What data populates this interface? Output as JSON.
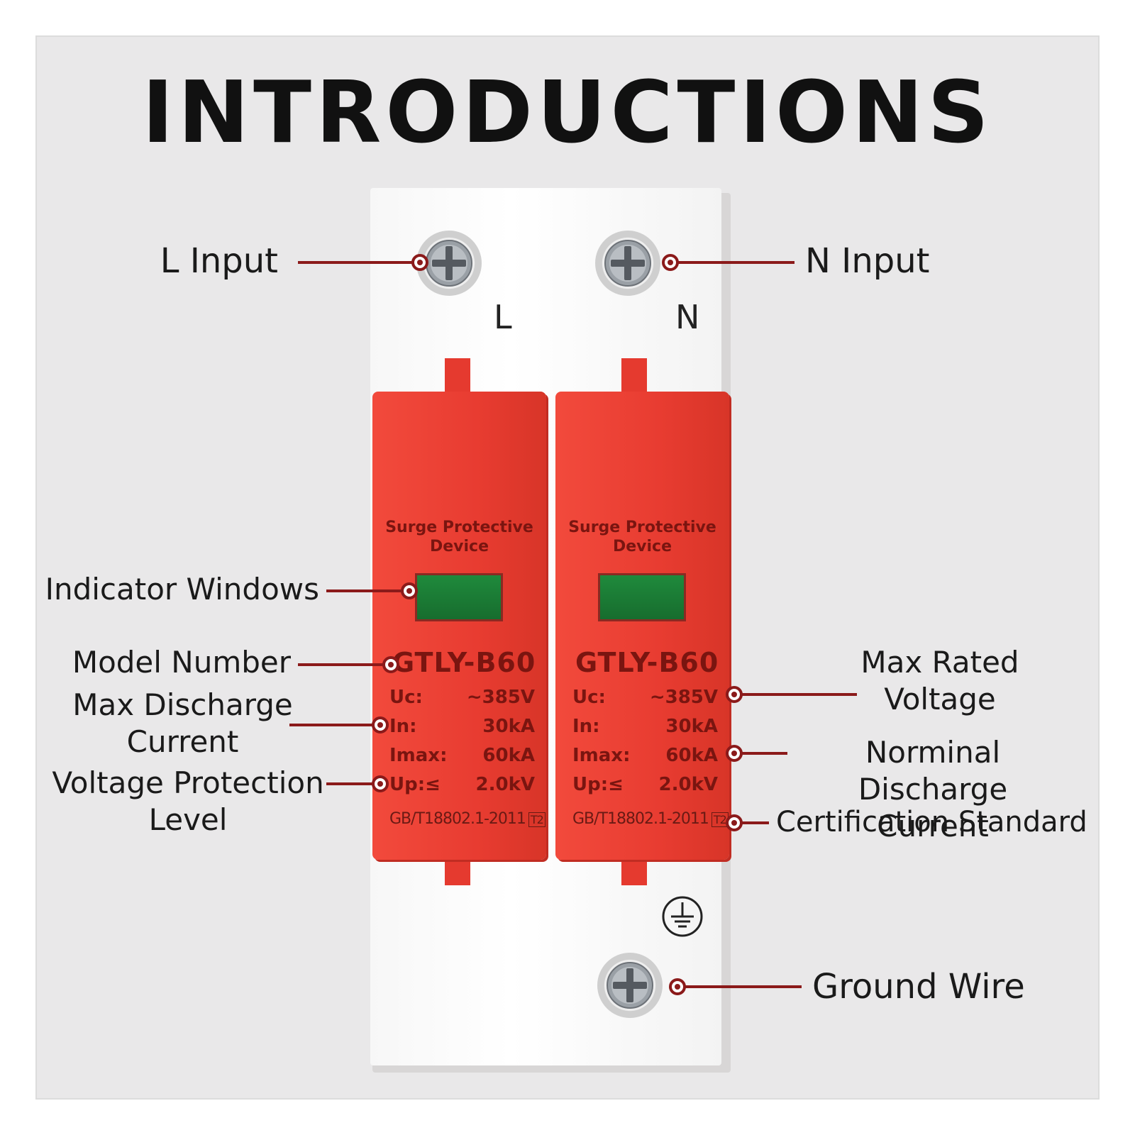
{
  "title": "INTRODUCTIONS",
  "device": {
    "terminal_left": "L",
    "terminal_right": "N",
    "modules": [
      {
        "heading_line1": "Surge Protective",
        "heading_line2": "Device",
        "model": "GTLY-B60",
        "specs": [
          {
            "key": "Uc:",
            "value": "~385V"
          },
          {
            "key": "In:",
            "value": "30kA"
          },
          {
            "key": "Imax:",
            "value": "60kA"
          },
          {
            "key": "Up:≤",
            "value": "2.0kV"
          }
        ],
        "standard": "GB/T18802.1-2011",
        "standard_class": "T2"
      },
      {
        "heading_line1": "Surge Protective",
        "heading_line2": "Device",
        "model": "GTLY-B60",
        "specs": [
          {
            "key": "Uc:",
            "value": "~385V"
          },
          {
            "key": "In:",
            "value": "30kA"
          },
          {
            "key": "Imax:",
            "value": "60kA"
          },
          {
            "key": "Up:≤",
            "value": "2.0kV"
          }
        ],
        "standard": "GB/T18802.1-2011",
        "standard_class": "T2"
      }
    ]
  },
  "callouts": {
    "l_input": "L Input",
    "n_input": "N Input",
    "indicator_windows": "Indicator Windows",
    "model_number": "Model Number",
    "max_discharge_line1": "Max Discharge",
    "max_discharge_line2": "Current",
    "voltage_protection_line1": "Voltage Protection",
    "voltage_protection_line2": "Level",
    "max_rated_line1": "Max Rated",
    "max_rated_line2": "Voltage",
    "nominal_discharge_line1": "Norminal Discharge",
    "nominal_discharge_line2": "Current",
    "certification": "Certification Standard",
    "ground_wire": "Ground Wire"
  },
  "colors": {
    "module_red": "#e83c31",
    "leader_red": "#8b1a1a",
    "indicator_green": "#1f8a3c",
    "background": "#e9e8e9"
  },
  "icons": [
    "screw-icon",
    "ground-symbol-icon"
  ]
}
